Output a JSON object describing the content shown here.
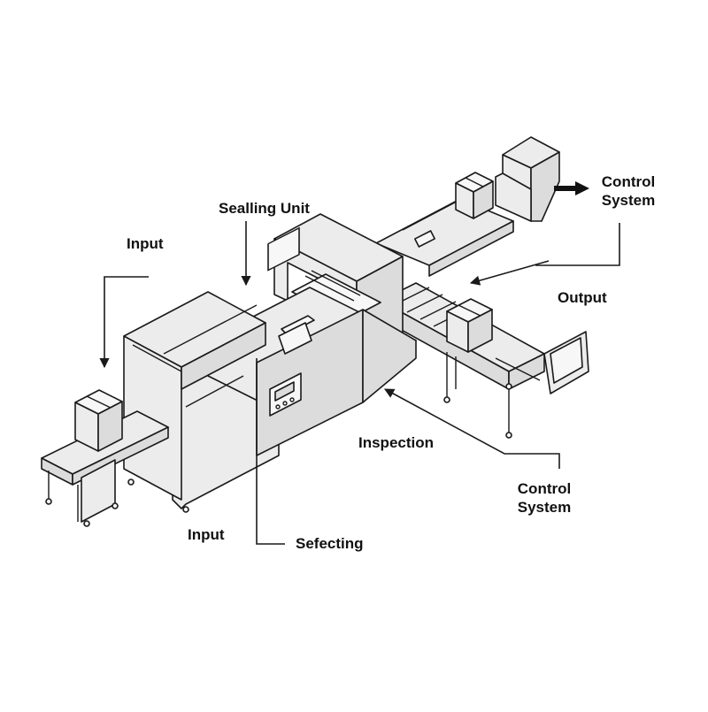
{
  "labels": {
    "input_top": "Input",
    "sealing_unit": "Sealling Unit",
    "control_system_top_line1": "Control",
    "control_system_top_line2": "System",
    "output": "Output",
    "inspection": "Inspection",
    "control_system_bottom_line1": "Control",
    "control_system_bottom_line2": "System",
    "input_bottom": "Input",
    "selecting": "Sefecting"
  },
  "colors": {
    "line": "#1a1a1a",
    "machine_fill": "#ececec",
    "background": "#ffffff"
  }
}
